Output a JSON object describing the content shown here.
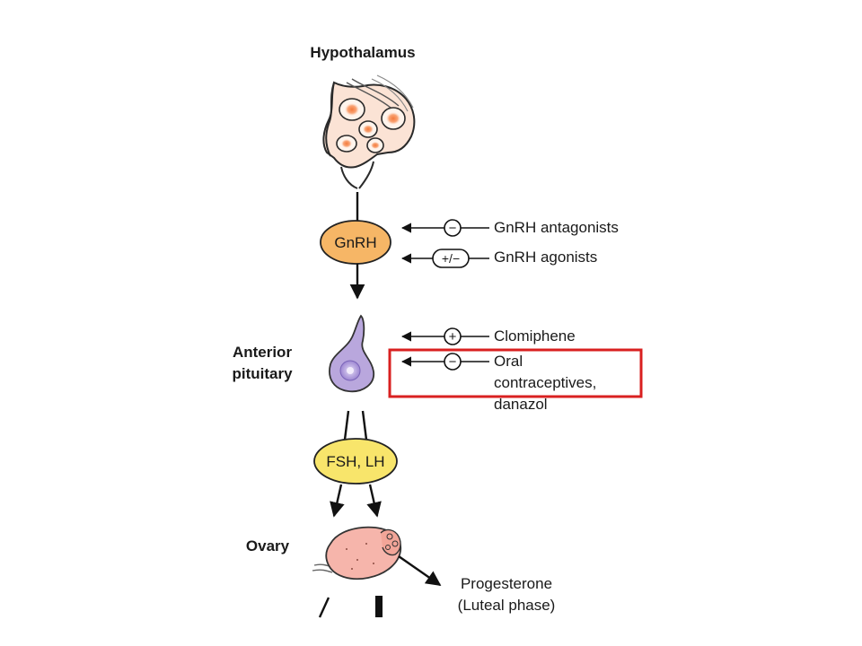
{
  "regions": {
    "hypothalamus": "Hypothalamus",
    "anterior_pituitary": [
      "Anterior",
      "pituitary"
    ],
    "ovary": "Ovary"
  },
  "hormones": {
    "gnrh": "GnRH",
    "fsh_lh": "FSH, LH",
    "progesterone": [
      "Progesterone",
      "(Luteal phase)"
    ]
  },
  "modulators": [
    {
      "sign": "−",
      "label": [
        "GnRH antagonists"
      ]
    },
    {
      "sign": "+/−",
      "label": [
        "GnRH agonists"
      ]
    },
    {
      "sign": "+",
      "label": [
        "Clomiphene"
      ]
    },
    {
      "sign": "−",
      "label": [
        "Oral",
        "contraceptives,",
        "danazol"
      ]
    }
  ],
  "colors": {
    "gnrh_fill": "#f6b666",
    "fsh_lh_fill": "#f8e56b",
    "pituitary_fill": "#b9a7dd",
    "ovary_fill": "#f6b5ab",
    "hypothalamus_fill": "#f7c7b0",
    "highlight_box": "#d92020"
  }
}
